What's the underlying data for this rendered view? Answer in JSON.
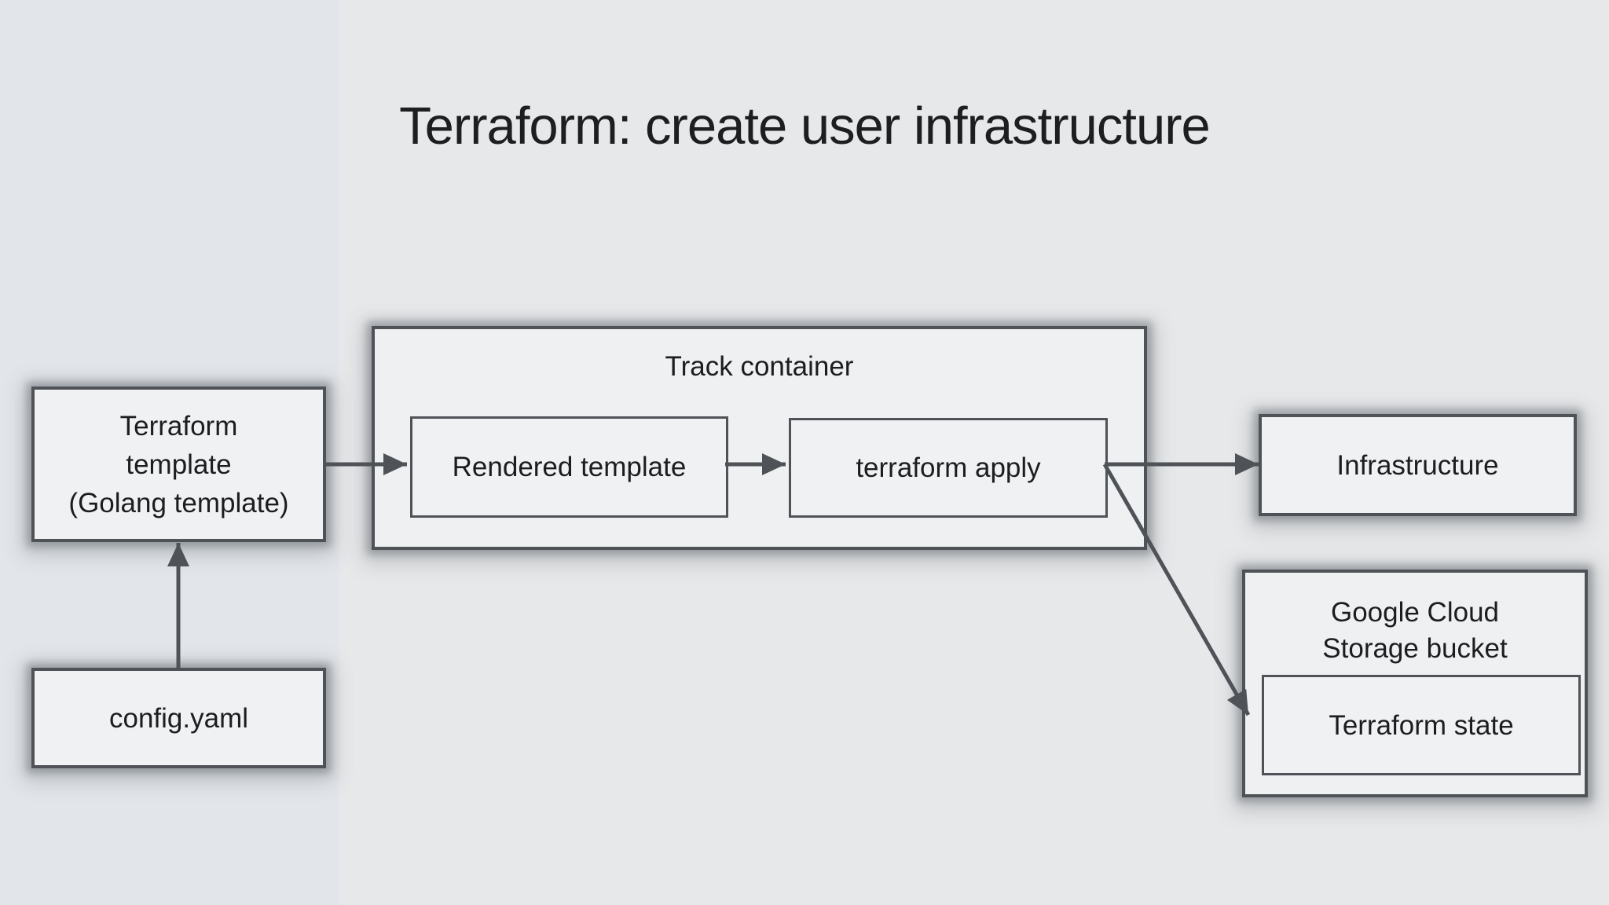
{
  "title": "Terraform: create user infrastructure",
  "nodes": {
    "terraform_template": {
      "label": "Terraform\ntemplate\n(Golang template)"
    },
    "config_yaml": {
      "label": "config.yaml"
    },
    "track_container": {
      "label": "Track container"
    },
    "rendered_template": {
      "label": "Rendered template"
    },
    "terraform_apply": {
      "label": "terraform apply"
    },
    "infrastructure": {
      "label": "Infrastructure"
    },
    "gcs_bucket": {
      "label": "Google Cloud\nStorage bucket"
    },
    "terraform_state": {
      "label": "Terraform state"
    }
  },
  "edges": [
    {
      "from": "config.yaml",
      "to": "Terraform template (Golang template)",
      "direction": "up"
    },
    {
      "from": "Terraform template (Golang template)",
      "to": "Rendered template",
      "direction": "right"
    },
    {
      "from": "Rendered template",
      "to": "terraform apply",
      "direction": "right"
    },
    {
      "from": "terraform apply",
      "to": "Infrastructure",
      "direction": "right"
    },
    {
      "from": "terraform apply",
      "to": "Terraform state",
      "direction": "down-right"
    }
  ],
  "colors": {
    "background": "#e7e8ea",
    "background_left_strip": "#e2e5e9",
    "node_fill": "#f0f1f3",
    "container_fill": "#eef0f2",
    "border": "#4f5357",
    "arrow": "#4f5357",
    "text": "#1b1d1f"
  }
}
